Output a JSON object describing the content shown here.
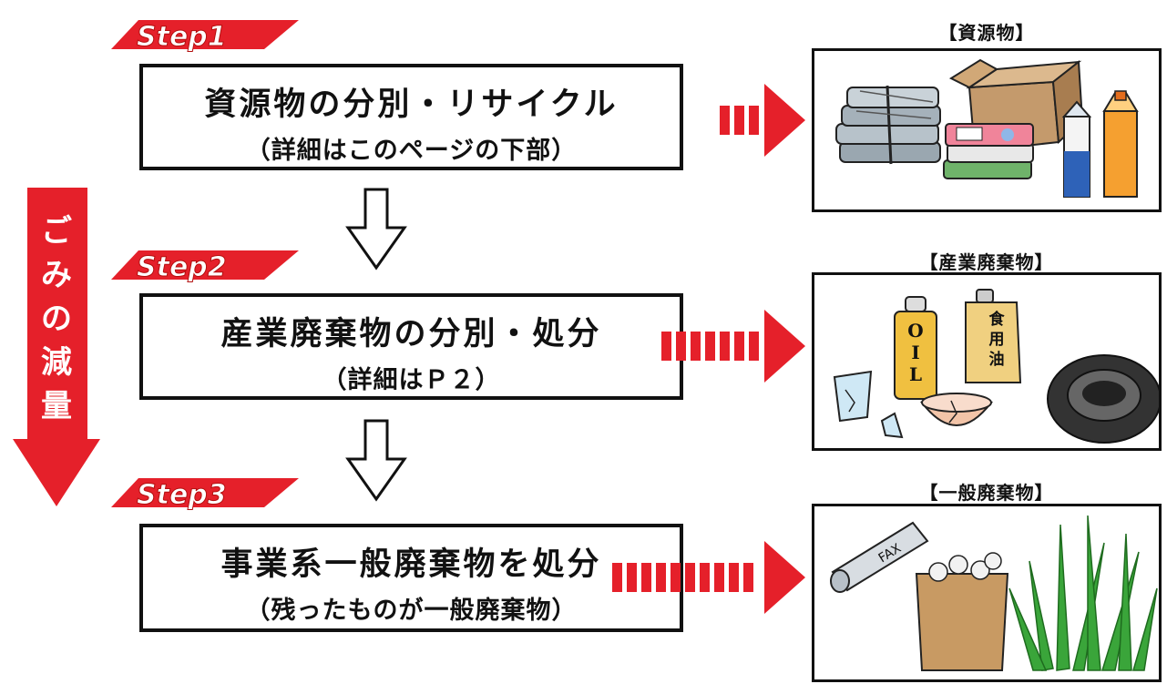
{
  "steps": [
    {
      "badge": "Step1",
      "main": "資源物の分別・リサイクル",
      "sub": "（詳細はこのページの下部）"
    },
    {
      "badge": "Step2",
      "main": "産業廃棄物の分別・処分",
      "sub": "（詳細はＰ２）"
    },
    {
      "badge": "Step3",
      "main": "事業系一般廃棄物を処分",
      "sub": "（残ったものが一般廃棄物）"
    }
  ],
  "side_arrow": {
    "chars": [
      "ご",
      "み",
      "の",
      "減",
      "量"
    ]
  },
  "panels": [
    {
      "label": "【資源物】"
    },
    {
      "label": "【産業廃棄物】",
      "oil_text": [
        "O",
        "I",
        "L"
      ],
      "can_text": [
        "食",
        "用",
        "油"
      ]
    },
    {
      "label": "【一般廃棄物】",
      "fax_text": "FAX"
    }
  ],
  "colors": {
    "accent": "#e5202a",
    "accent_dark": "#b30f0f",
    "line": "#111111"
  }
}
